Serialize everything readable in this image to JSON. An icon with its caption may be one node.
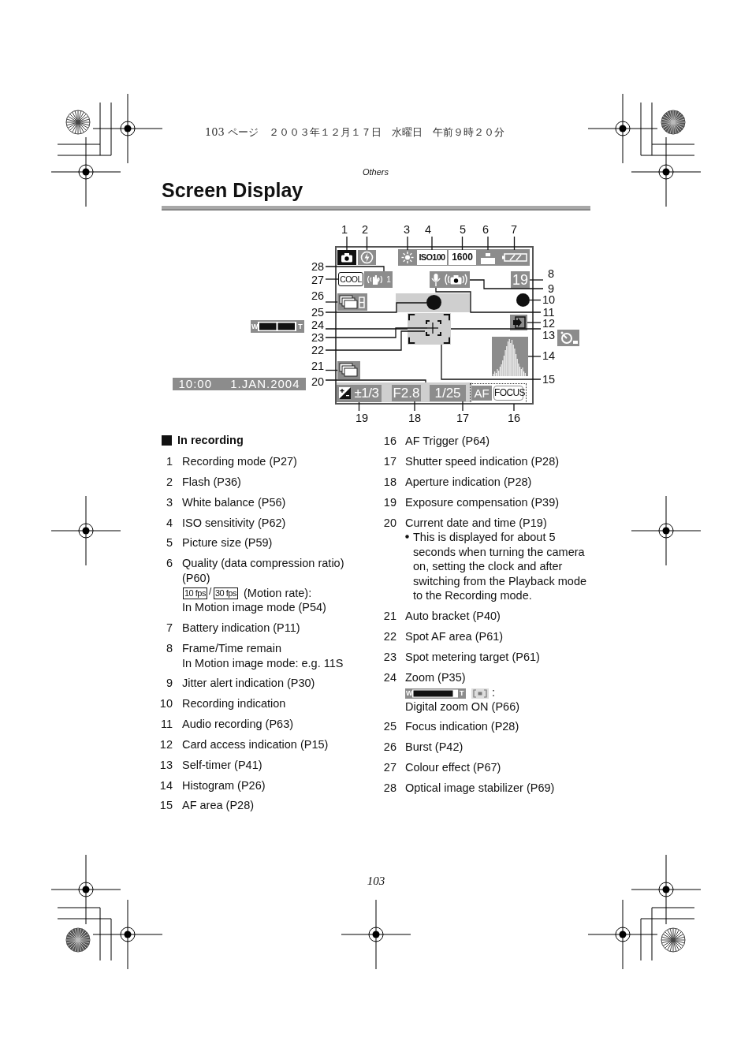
{
  "diagram": {
    "title": "Screen Display",
    "nodes": [
      {
        "text": [],
        "shape": "box"
      },
      {
        "text": [],
        "shape": "camera",
        "in": 0
      },
      {
        "text": [],
        "shape": "flash",
        "in": 0
      },
      {
        "text": [],
        "shape": "sun",
        "in": 0
      },
      {
        "text": [
          "ISO100"
        ],
        "in": 0
      },
      {
        "text": [
          "1600"
        ],
        "in": 0
      },
      {
        "text": [],
        "shape": "steps",
        "in": 0
      },
      {
        "text": [],
        "shape": "battery",
        "in": 0
      },
      {
        "text": [
          "COOL"
        ],
        "in": 0
      },
      {
        "text": [
          "1"
        ],
        "in": 0
      },
      {
        "text": [],
        "shape": "microphone",
        "in": 0
      },
      {
        "text": [],
        "shape": "camera",
        "in": 0
      },
      {
        "text": [
          "19"
        ],
        "in": 0
      },
      {
        "text": [],
        "shape": "stack",
        "in": 0
      },
      {
        "text": [],
        "shape": "circle",
        "in": 0
      },
      {
        "text": [],
        "shape": "circle",
        "in": 0
      },
      {
        "text": [],
        "shape": "brackets",
        "in": 0
      },
      {
        "text": [],
        "shape": "brackets",
        "in": 16
      },
      {
        "text": [],
        "shape": "cross",
        "in": 17
      },
      {
        "text": [],
        "shape": "card",
        "in": 0
      },
      {
        "text": [],
        "shape": "histogram",
        "in": 0
      },
      {
        "text": [],
        "shape": "stack",
        "in": 0
      },
      {
        "text": [],
        "shape": "bar",
        "in": 0
      },
      {
        "text": [
          "±1/3"
        ],
        "in": 22
      },
      {
        "text": [
          "F2.8"
        ],
        "in": 22
      },
      {
        "text": [
          "1/25"
        ],
        "in": 22
      },
      {
        "text": [
          "AF",
          "FOCUS"
        ],
        "in": 0
      },
      {
        "text": [
          "W",
          "T"
        ]
      },
      {
        "text": [
          "10:00 1.JAN.2004"
        ]
      },
      {
        "text": [
          "1"
        ]
      },
      {
        "text": [
          "2"
        ]
      },
      {
        "text": [
          "3"
        ]
      },
      {
        "text": [
          "4"
        ]
      },
      {
        "text": [
          "5"
        ]
      },
      {
        "text": [
          "6"
        ]
      },
      {
        "text": [
          "7"
        ]
      },
      {
        "text": [
          "8"
        ]
      },
      {
        "text": [
          "9"
        ]
      },
      {
        "text": [
          "10"
        ]
      },
      {
        "text": [
          "11"
        ]
      },
      {
        "text": [
          "12"
        ]
      },
      {
        "text": [
          "13"
        ]
      },
      {
        "text": [
          "14"
        ]
      },
      {
        "text": [
          "15"
        ]
      },
      {
        "text": [
          "16"
        ]
      },
      {
        "text": [
          "17"
        ]
      },
      {
        "text": [
          "18"
        ]
      },
      {
        "text": [
          "19"
        ]
      },
      {
        "text": [
          "20"
        ]
      },
      {
        "text": [
          "21"
        ]
      },
      {
        "text": [
          "22"
        ]
      },
      {
        "text": [
          "23"
        ]
      },
      {
        "text": [
          "24"
        ]
      },
      {
        "text": [
          "25"
        ]
      },
      {
        "text": [
          "26"
        ]
      },
      {
        "text": [
          "27"
        ]
      },
      {
        "text": [
          "28"
        ]
      }
    ],
    "edges": [
      {
        "from": 29,
        "to": 1,
        "arrow": "none"
      },
      {
        "from": 30,
        "to": 2,
        "arrow": "none"
      },
      {
        "from": 31,
        "to": 3,
        "arrow": "none"
      },
      {
        "from": 32,
        "to": 4,
        "arrow": "none"
      },
      {
        "from": 33,
        "to": 5,
        "arrow": "none"
      },
      {
        "from": 34,
        "to": 6,
        "arrow": "none"
      },
      {
        "from": 35,
        "to": 7,
        "arrow": "none"
      },
      {
        "from": 36,
        "to": 12,
        "arrow": "none"
      },
      {
        "from": 37,
        "to": 11,
        "arrow": "none"
      },
      {
        "from": 38,
        "to": 15,
        "arrow": "none"
      },
      {
        "from": 39,
        "to": 10,
        "arrow": "none"
      },
      {
        "from": 40,
        "to": 19,
        "arrow": "none"
      },
      {
        "from": 41,
        "to": 16,
        "arrow": "none"
      },
      {
        "from": 42,
        "to": 20,
        "arrow": "none"
      },
      {
        "from": 43,
        "to": 16,
        "arrow": "none"
      },
      {
        "from": 44,
        "to": 26,
        "arrow": "none"
      },
      {
        "from": 45,
        "to": 25,
        "arrow": "none"
      },
      {
        "from": 46,
        "to": 24,
        "arrow": "none"
      },
      {
        "from": 47,
        "to": 23,
        "arrow": "none"
      },
      {
        "from": 48,
        "to": 22,
        "arrow": "none"
      },
      {
        "from": 49,
        "to": 21,
        "arrow": "none"
      },
      {
        "from": 50,
        "to": 17,
        "arrow": "none"
      },
      {
        "from": 51,
        "to": 18,
        "arrow": "none"
      },
      {
        "from": 52,
        "to": 16,
        "arrow": "none"
      },
      {
        "from": 53,
        "to": 14,
        "arrow": "none"
      },
      {
        "from": 54,
        "to": 13,
        "arrow": "none"
      },
      {
        "from": 55,
        "to": 8,
        "arrow": "none"
      },
      {
        "from": 56,
        "to": 9,
        "arrow": "none"
      }
    ],
    "labels": [
      "103 ページ　２００３年１２月１７日　水曜日　午前９時２０分",
      "Others",
      "In recording",
      "1",
      "Recording mode (P27)",
      "2",
      "Flash (P36)",
      "3",
      "White balance (P56)",
      "4",
      "ISO sensitivity (P62)",
      "5",
      "Picture size (P59)",
      "6",
      "Quality (data compression ratio) (P60)",
      "10 fps",
      "/",
      "30 fps",
      "(Motion rate):",
      "In Motion image mode (P54)",
      "7",
      "Battery indication (P11)",
      "8",
      "Frame/Time remain",
      "In Motion image mode: e.g. 11S",
      "9",
      "Jitter alert indication (P30)",
      "10",
      "Recording indication",
      "11",
      "Audio recording (P63)",
      "12",
      "Card access indication (P15)",
      "13",
      "Self-timer (P41)",
      "14",
      "Histogram (P26)",
      "15",
      "AF area (P28)",
      "16",
      "AF Trigger (P64)",
      "17",
      "Shutter speed indication (P28)",
      "18",
      "Aperture indication (P28)",
      "19",
      "Exposure compensation (P39)",
      "20",
      "Current date and time (P19)",
      "This is displayed for about 5 seconds when turning the camera on, setting the clock and after switching from the Playback mode to the Recording mode.",
      "21",
      "Auto bracket (P40)",
      "22",
      "Spot AF area (P61)",
      "23",
      "Spot metering target (P61)",
      "24",
      "Zoom (P35)",
      "W",
      "T",
      ":",
      "Digital zoom ON (P66)",
      "25",
      "Focus indication (P28)",
      "26",
      "Burst (P42)",
      "27",
      "Colour effect (P67)",
      "28",
      "Optical image stabilizer (P69)",
      "103"
    ]
  }
}
